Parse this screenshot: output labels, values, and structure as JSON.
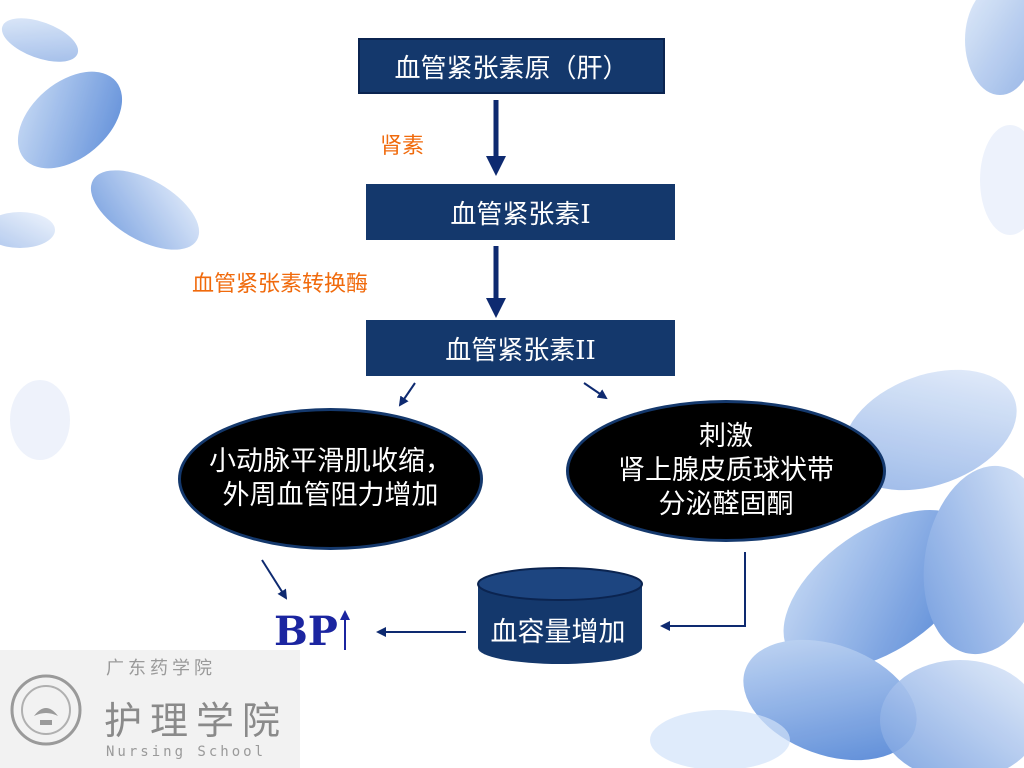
{
  "nodes": {
    "angiotensinogen": "血管紧张素原（肝）",
    "angiotensin_1": "血管紧张素I",
    "angiotensin_2": "血管紧张素II",
    "vasoconstriction_line1": "小动脉平滑肌收缩，",
    "vasoconstriction_line2": "外周血管阻力增加",
    "aldosterone_line1": "刺激",
    "aldosterone_line2": "肾上腺皮质球状带",
    "aldosterone_line3": "分泌醛固酮",
    "blood_volume": "血容量增加",
    "bp": "BP"
  },
  "edge_labels": {
    "renin": "肾素",
    "ace": "血管紧张素转换酶"
  },
  "logo": {
    "school": "广东药学院",
    "name": "护理学院",
    "name_en": "Nursing School"
  },
  "colors": {
    "box_fill": "#14386c",
    "edge_label": "#f06a0c",
    "bp_text": "#1b25a0",
    "arrow": "#0e2a70"
  }
}
